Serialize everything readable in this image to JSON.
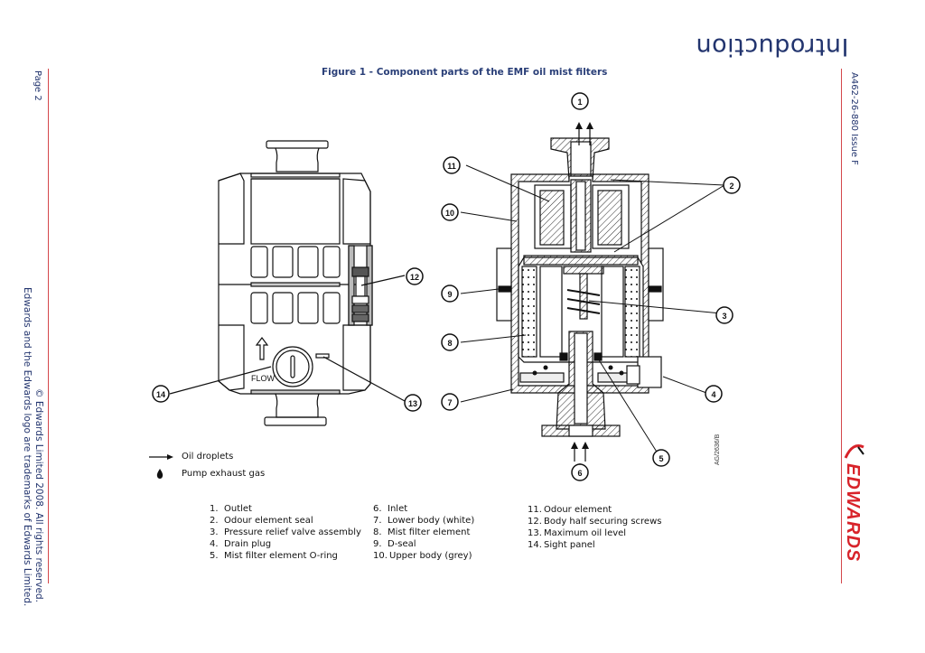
{
  "header": {
    "section_title": "Introduction",
    "doc_ref": "A462-26-880 Issue F"
  },
  "footer": {
    "page_label": "Page 2",
    "copyright": "© Edwards Limited 2008. All rights reserved.",
    "trademark": "Edwards and the Edwards logo are trademarks of Edwards Limited.",
    "brand": "EDWARDS"
  },
  "figure": {
    "caption": "Figure 1 - Component parts of the EMF oil mist filters",
    "drawing_ref": "AG/2636/B",
    "flow_label": "FLOW",
    "callouts_left_view": [
      "12",
      "13",
      "14"
    ],
    "callouts_section_view": [
      "1",
      "2",
      "3",
      "4",
      "5",
      "6",
      "7",
      "8",
      "9",
      "10",
      "11"
    ]
  },
  "legend": [
    {
      "icon": "arrow-right-icon",
      "label": "Oil droplets"
    },
    {
      "icon": "droplet-icon",
      "label": "Pump exhaust gas"
    }
  ],
  "components": {
    "col1": [
      {
        "num": "1.",
        "label": "Outlet"
      },
      {
        "num": "2.",
        "label": "Odour element seal"
      },
      {
        "num": "3.",
        "label": "Pressure relief valve assembly"
      },
      {
        "num": "4.",
        "label": "Drain plug"
      },
      {
        "num": "5.",
        "label": "Mist filter element O-ring"
      }
    ],
    "col2": [
      {
        "num": "6.",
        "label": "Inlet"
      },
      {
        "num": "7.",
        "label": "Lower body (white)"
      },
      {
        "num": "8.",
        "label": "Mist filter element"
      },
      {
        "num": "9.",
        "label": "D-seal"
      },
      {
        "num": "10.",
        "label": "Upper body (grey)"
      }
    ],
    "col3": [
      {
        "num": "11.",
        "label": "Odour element"
      },
      {
        "num": "12.",
        "label": "Body half securing screws"
      },
      {
        "num": "13.",
        "label": "Maximum oil level"
      },
      {
        "num": "14.",
        "label": "Sight panel"
      }
    ]
  },
  "colors": {
    "rule": "#d4474b",
    "text_blue": "#22346e",
    "brand_red": "#d8232a"
  }
}
